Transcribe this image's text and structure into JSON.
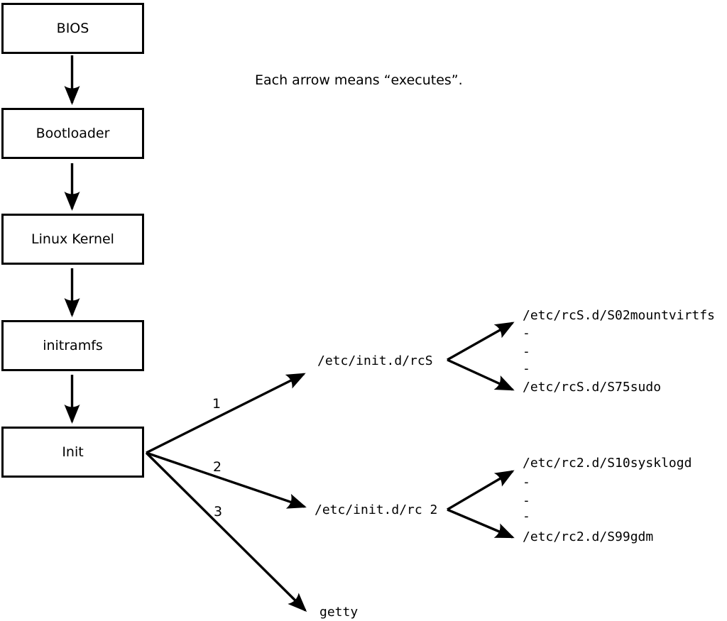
{
  "title_note": "Each arrow means “executes”.",
  "colors": {
    "ink": "#000000",
    "box_fill": "#ffffff",
    "background": "#ffffff"
  },
  "boot_chain": [
    {
      "label": "BIOS"
    },
    {
      "label": "Bootloader"
    },
    {
      "label": "Linux Kernel"
    },
    {
      "label": "initramfs"
    },
    {
      "label": "Init"
    }
  ],
  "init_children": [
    {
      "order_label": "1",
      "target": "/etc/init.d/rcS",
      "expands_to": [
        "/etc/rcS.d/S02mountvirtfs",
        "-",
        "-",
        "-",
        "/etc/rcS.d/S75sudo"
      ]
    },
    {
      "order_label": "2",
      "target": "/etc/init.d/rc 2",
      "expands_to": [
        "/etc/rc2.d/S10sysklogd",
        "-",
        "-",
        "-",
        "/etc/rc2.d/S99gdm"
      ]
    },
    {
      "order_label": "3",
      "target": "getty",
      "expands_to": []
    }
  ]
}
